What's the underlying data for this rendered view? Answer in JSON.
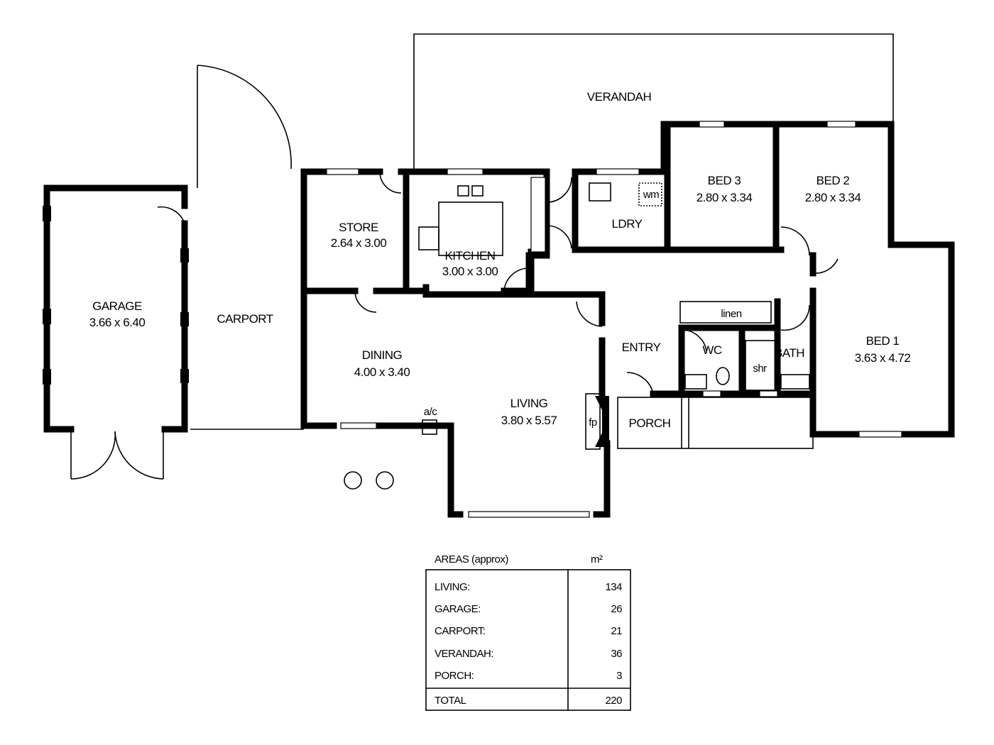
{
  "rooms": {
    "verandah": {
      "name": "VERANDAH"
    },
    "garage": {
      "name": "GARAGE",
      "size": "3.66 x 6.40"
    },
    "carport": {
      "name": "CARPORT"
    },
    "store": {
      "name": "STORE",
      "size": "2.64 x 3.00"
    },
    "kitchen": {
      "name": "KITCHEN",
      "size": "3.00 x 3.00"
    },
    "laundry": {
      "name": "LDRY",
      "wm": "wm"
    },
    "bed3": {
      "name": "BED 3",
      "size": "2.80 x 3.34"
    },
    "bed2": {
      "name": "BED 2",
      "size": "2.80 x 3.34"
    },
    "bed1": {
      "name": "BED 1",
      "size": "3.63 x 4.72"
    },
    "dining": {
      "name": "DINING",
      "size": "4.00 x 3.40"
    },
    "living": {
      "name": "LIVING",
      "size": "3.80 x 5.57"
    },
    "entry": {
      "name": "ENTRY"
    },
    "wc": {
      "name": "WC"
    },
    "bath": {
      "name": "BATH"
    },
    "shower": {
      "name": "shr"
    },
    "linen": {
      "name": "linen"
    },
    "porch": {
      "name": "PORCH"
    },
    "fireplace": {
      "name": "fp"
    },
    "aircon": {
      "name": "a/c"
    }
  },
  "areas": {
    "title": "AREAS (approx)",
    "unit": "m²",
    "rows": [
      {
        "label": "LIVING:",
        "value": "134"
      },
      {
        "label": "GARAGE:",
        "value": "26"
      },
      {
        "label": "CARPORT:",
        "value": "21"
      },
      {
        "label": "VERANDAH:",
        "value": "36"
      },
      {
        "label": "PORCH:",
        "value": "3"
      }
    ],
    "total_label": "TOTAL",
    "total_value": "220"
  }
}
